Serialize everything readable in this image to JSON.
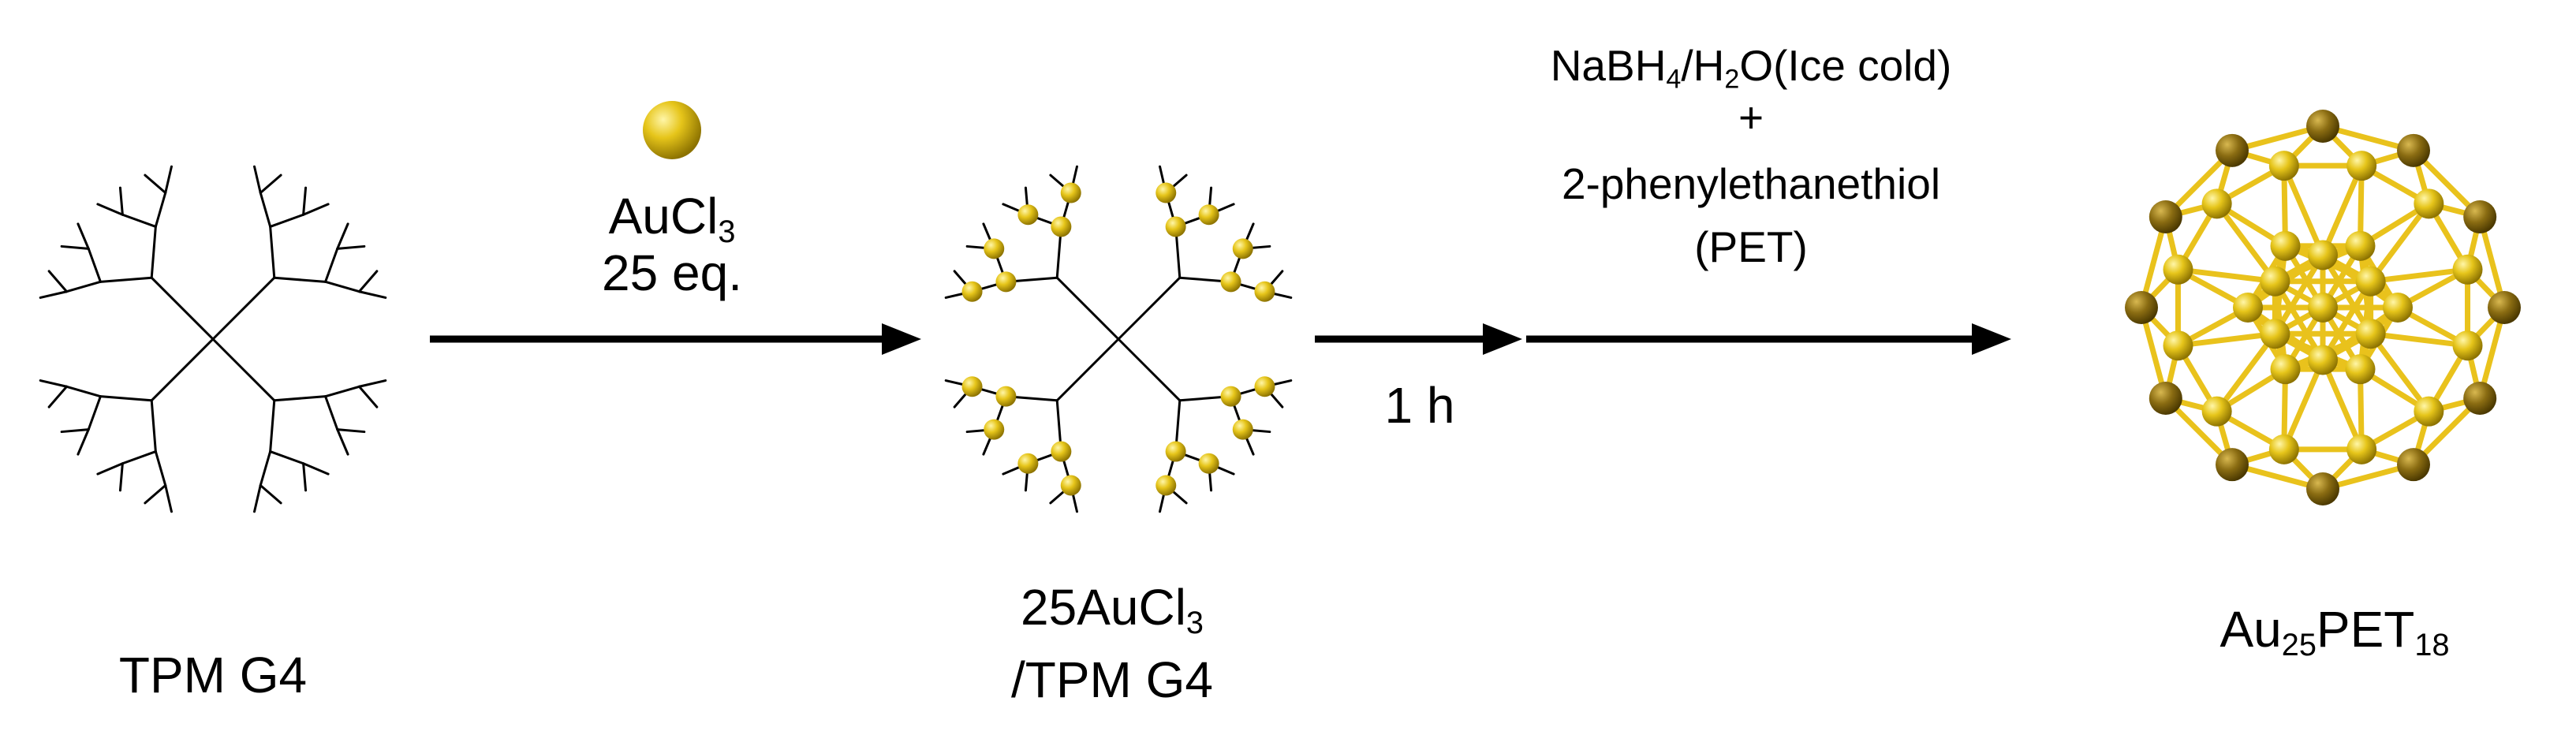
{
  "reagents_step1": {
    "formula_base": "AuCl",
    "formula_sub": "3",
    "amount": "25 eq."
  },
  "reagents_step2": {
    "time": "1 h",
    "reductant": {
      "parts": [
        {
          "text": "NaBH",
          "sub": false
        },
        {
          "text": "4",
          "sub": true
        },
        {
          "text": "/H",
          "sub": false
        },
        {
          "text": "2",
          "sub": true
        },
        {
          "text": "O(Ice cold)",
          "sub": false
        }
      ]
    },
    "plus": "+",
    "thiol_name": "2-phenylethanethiol",
    "thiol_abbr": "(PET)"
  },
  "compounds": {
    "start": {
      "label": "TPM G4"
    },
    "intermediate": {
      "line1_base": "25AuCl",
      "line1_sub": "3",
      "line2": "/TPM G4"
    },
    "product": {
      "parts": [
        {
          "text": "Au",
          "sub": false
        },
        {
          "text": "25",
          "sub": true
        },
        {
          "text": "PET",
          "sub": false
        },
        {
          "text": "18",
          "sub": true
        }
      ]
    }
  },
  "colors": {
    "gold": "#e6c51a",
    "gold_dark": "#8a6c12",
    "bond": "#e9c21c",
    "line": "#000000"
  }
}
